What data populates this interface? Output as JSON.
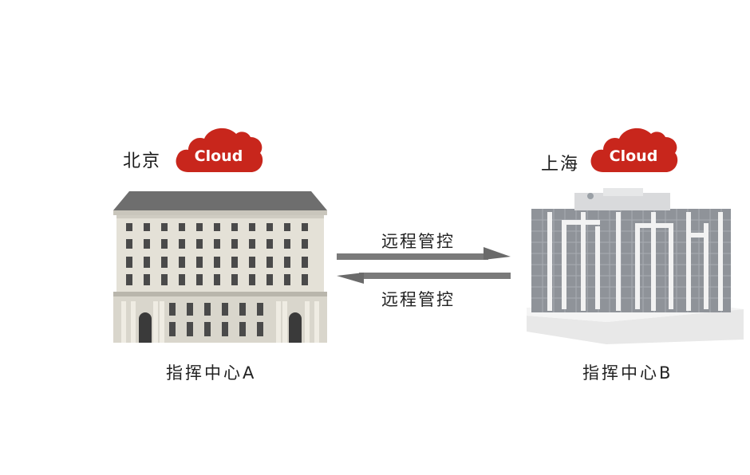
{
  "site_a": {
    "city": "北京",
    "cloud_label": "Cloud",
    "caption": "指挥中心A"
  },
  "site_b": {
    "city": "上海",
    "cloud_label": "Cloud",
    "caption": "指挥中心B"
  },
  "link": {
    "top_label": "远程管控",
    "bottom_label": "远程管控"
  },
  "colors": {
    "cloud": "#c8261c",
    "arrow": "#7a7a7a"
  }
}
